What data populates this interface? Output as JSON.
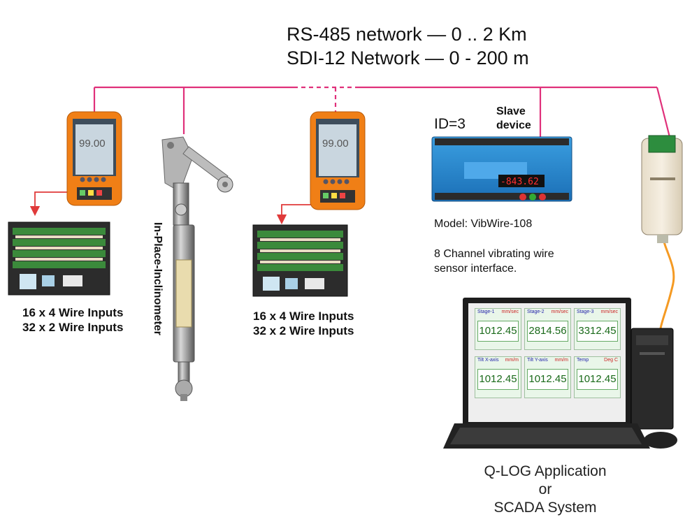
{
  "header": {
    "line1": "RS-485 network  —  0 .. 2 Km",
    "line2": "SDI-12 Network  —   0 - 200 m"
  },
  "nodes": {
    "inputs_left": {
      "line1": "16 x 4 Wire Inputs",
      "line2": "32 x 2 Wire Inputs"
    },
    "inclinometer": {
      "label": "In-Place-Inclinometer"
    },
    "inputs_middle": {
      "line1": "16 x 4 Wire Inputs",
      "line2": "32 x 2 Wire Inputs"
    },
    "vibwire": {
      "id": "ID=3",
      "slave_line1": "Slave",
      "slave_line2": "device",
      "model": "Model: VibWire-108",
      "desc_line1": "8 Channel vibrating wire",
      "desc_line2": "sensor interface.",
      "display": "-843.62"
    },
    "handheld_display": "99.00",
    "computer": {
      "line1": "Q-LOG Application",
      "line2": "or",
      "line3": "SCADA System",
      "screen": [
        {
          "name": "Stage-1",
          "unit": "mm/sec",
          "value": "1012.45"
        },
        {
          "name": "Stage-2",
          "unit": "mm/sec",
          "value": "2814.56"
        },
        {
          "name": "Stage-3",
          "unit": "mm/sec",
          "value": "3312.45"
        },
        {
          "name": "Tilt X-axis",
          "unit": "mm/m",
          "value": "1012.45"
        },
        {
          "name": "Tilt Y-axis",
          "unit": "mm/m",
          "value": "1012.45"
        },
        {
          "name": "Temp",
          "unit": "Deg C",
          "value": "1012.45"
        }
      ]
    }
  },
  "colors": {
    "network_line": "#e0307a",
    "local_link": "#e03a3a",
    "usb_cable": "#f59a23",
    "handheld_body": "#f07f16"
  }
}
